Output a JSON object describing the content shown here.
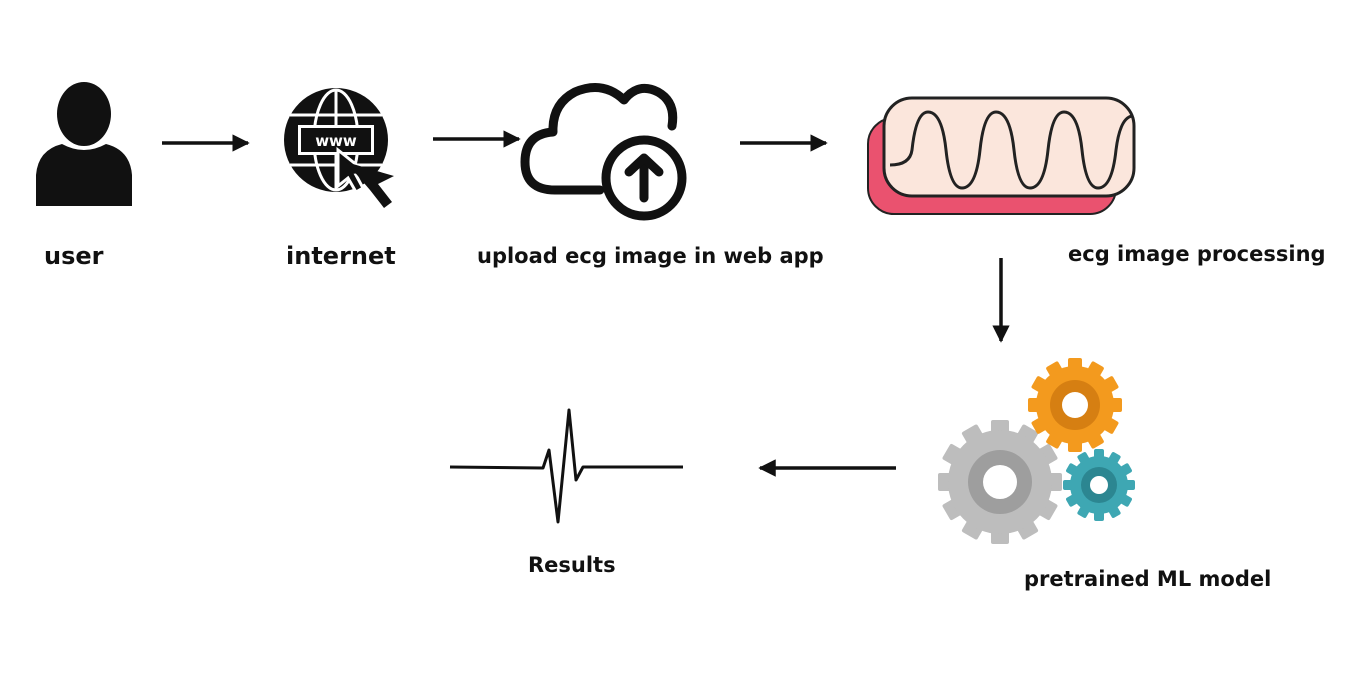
{
  "nodes": {
    "user": {
      "label": "user",
      "icon": "user-icon"
    },
    "internet": {
      "label": "internet",
      "icon": "globe-www-cursor-icon"
    },
    "upload": {
      "label": "upload ecg image in web app",
      "icon": "cloud-upload-icon"
    },
    "processing": {
      "label": "ecg image processing",
      "icon": "ecg-waveform-icon"
    },
    "model": {
      "label": "pretrained ML model",
      "icon": "gears-icon"
    },
    "results": {
      "label": "Results",
      "icon": "heartbeat-pulse-icon"
    }
  },
  "colors": {
    "line": "#111111",
    "ecg_paper": "#fbe6dc",
    "ecg_shadow": "#ea526f",
    "gear_orange": "#f39a1e",
    "gear_orange_inner": "#d67f12",
    "gear_gray": "#bdbdbd",
    "gear_gray_inner": "#9e9e9e",
    "gear_teal": "#3ea7b3",
    "gear_teal_inner": "#2c8691"
  }
}
